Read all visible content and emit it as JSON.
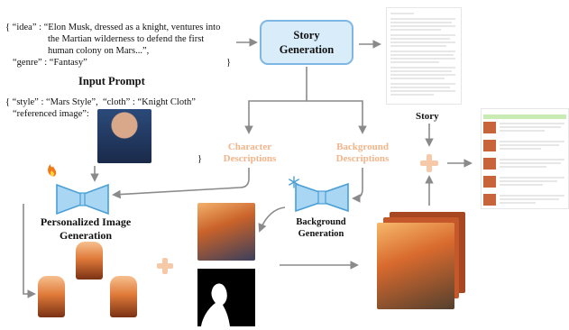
{
  "input": {
    "idea_lines": [
      "{ “idea” : “Elon Musk, dressed as a knight, ventures into",
      "the Martian wilderness to defend the first",
      "human colony on Mars...”,",
      "“genre” : “Fantasy”"
    ],
    "brace_close_1": "}",
    "title": "Input Prompt",
    "style_lines": [
      "{ “style” : “Mars Style”,  “cloth” : “Knight Cloth”",
      "“referenced image”:"
    ],
    "brace_close_2": "}"
  },
  "story_generation": {
    "line1": "Story",
    "line2": "Generation"
  },
  "character_descriptions": {
    "line1": "Character",
    "line2": "Descriptions"
  },
  "background_descriptions": {
    "line1": "Background",
    "line2": "Descriptions"
  },
  "story_label": "Story",
  "personalized": {
    "line1": "Personalized Image",
    "line2": "Generation"
  },
  "background_gen": {
    "line1": "Background",
    "line2": "Generation"
  },
  "icons": {
    "fire": "fire-icon",
    "snowflake": "snowflake-icon",
    "plus": "plus-icon"
  },
  "colors": {
    "story_box_fill": "#d8ecf9",
    "story_box_border": "#7fb7e4",
    "model_fill": "#a9d6f2",
    "model_border": "#4a9fd6",
    "peach_text": "#f2b48a",
    "arrow": "#8a8a8a",
    "plus": "#f6c9a8",
    "story_band": "#c8ecb4"
  }
}
